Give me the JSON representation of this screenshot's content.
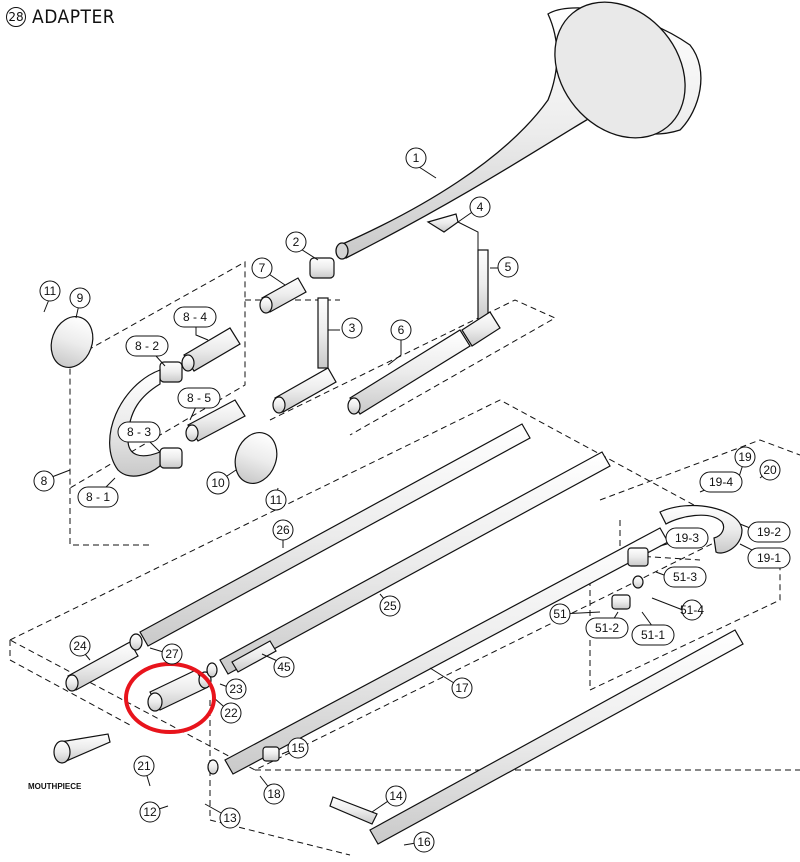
{
  "header": {
    "number": "28",
    "title": "ADAPTER"
  },
  "colors": {
    "highlight": "#e8141c",
    "line": "#111111",
    "part_fill": "#f2f2f2"
  },
  "labels": {
    "p1": "1",
    "p2": "2",
    "p3": "3",
    "p4": "4",
    "p5": "5",
    "p6": "6",
    "p7": "7",
    "p8": "8",
    "p8_1": "8 - 1",
    "p8_2": "8 - 2",
    "p8_3": "8 - 3",
    "p8_4": "8 - 4",
    "p8_5": "8 - 5",
    "p9": "9",
    "p10": "10",
    "p11a": "11",
    "p11b": "11",
    "p12": "12",
    "p13": "13",
    "p14": "14",
    "p15": "15",
    "p16": "16",
    "p17": "17",
    "p18": "18",
    "p19": "19",
    "p19_1": "19-1",
    "p19_2": "19-2",
    "p19_3": "19-3",
    "p19_4": "19-4",
    "p20": "20",
    "p21": "21",
    "p22": "22",
    "p23": "23",
    "p24": "24",
    "p25": "25",
    "p26": "26",
    "p27": "27",
    "p45": "45",
    "p51": "51",
    "p51_1": "51-1",
    "p51_2": "51-2",
    "p51_3": "51-3",
    "p51_4": "51-4",
    "mouthpiece": "MOUTHPIECE"
  }
}
